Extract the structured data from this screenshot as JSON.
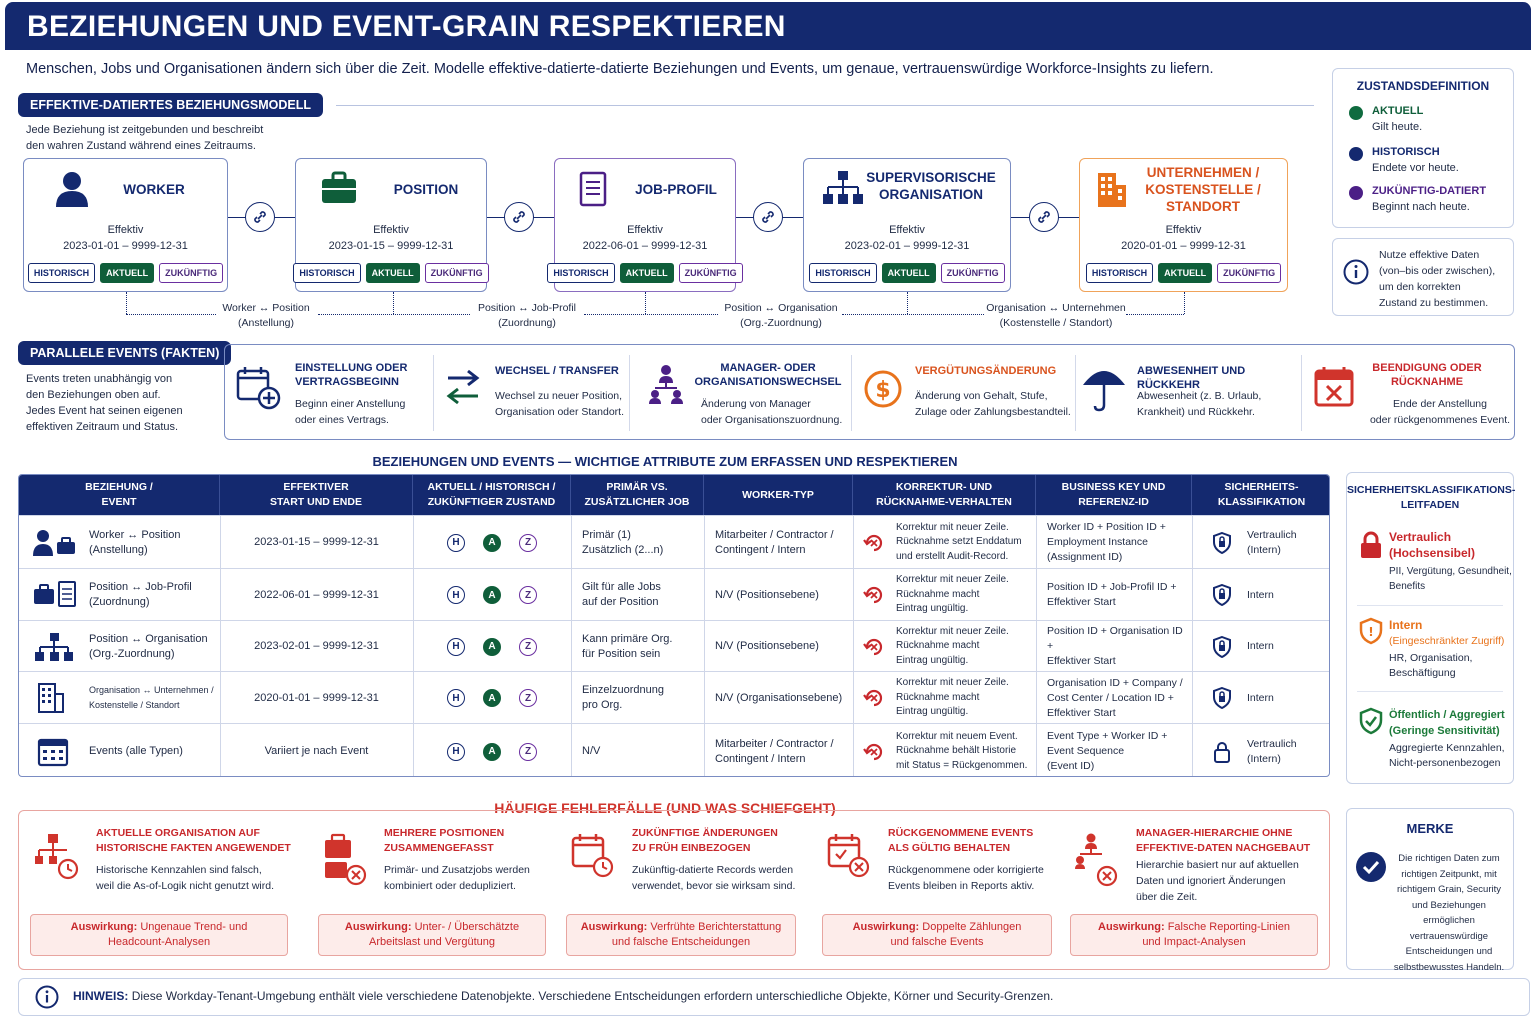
{
  "header": {
    "title": "BEZIEHUNGEN UND EVENT-GRAIN RESPEKTIEREN"
  },
  "subtitle": "Menschen, Jobs und Organisationen ändern sich über die Zeit. Modelle effektive-datierte-datierte Beziehungen und Events, um genaue, vertrauenswürdige Workforce-Insights zu liefern.",
  "model": {
    "pill": "EFFEKTIVE-DATIERTES BEZIEHUNGSMODELL",
    "desc1": "Jede Beziehung ist zeitgebunden und beschreibt",
    "desc2": "den wahren Zustand während eines Zeitraums.",
    "effektiv": "Effektiv",
    "badge_h": "HISTORISCH",
    "badge_a": "AKTUELL",
    "badge_z": "ZUKÜNFTIG",
    "entities": [
      {
        "title": "WORKER",
        "dates": "2023-01-01 – 9999-12-31"
      },
      {
        "title": "POSITION",
        "dates": "2023-01-15 – 9999-12-31"
      },
      {
        "title": "JOB-PROFIL",
        "dates": "2022-06-01 – 9999-12-31"
      },
      {
        "title1": "SUPERVISORISCHE",
        "title2": "ORGANISATION",
        "dates": "2023-02-01 – 9999-12-31"
      },
      {
        "title1": "UNTERNEHMEN /",
        "title2": "KOSTENSTELLE /",
        "title3": "STANDORT",
        "dates": "2020-01-01 – 9999-12-31"
      }
    ],
    "relations": [
      {
        "l1": "Worker ↔ Position",
        "l2": "(Anstellung)"
      },
      {
        "l1": "Position ↔ Job-Profil",
        "l2": "(Zuordnung)"
      },
      {
        "l1": "Position ↔ Organisation",
        "l2": "(Org.-Zuordnung)"
      },
      {
        "l1": "Organisation ↔ Unternehmen",
        "l2": "(Kostenstelle / Standort)"
      }
    ]
  },
  "state_def": {
    "title": "ZUSTANDSDEFINITION",
    "items": [
      {
        "label": "AKTUELL",
        "desc": "Gilt heute.",
        "color": "#0f6b3f"
      },
      {
        "label": "HISTORISCH",
        "desc": "Endete vor heute.",
        "color": "#14296f"
      },
      {
        "label": "ZUKÜNFTIG-DATIERT",
        "desc": "Beginnt nach heute.",
        "color": "#4b1f86"
      }
    ]
  },
  "info_tip": {
    "l1": "Nutze effektive Daten",
    "l2": "(von–bis oder zwischen),",
    "l3": "um den korrekten",
    "l4": "Zustand zu bestimmen."
  },
  "events": {
    "pill": "PARALLELE EVENTS (FAKTEN)",
    "desc": [
      "Events treten unabhängig von",
      "den Beziehungen oben auf.",
      "Jedes Event hat seinen eigenen",
      "effektiven Zeitraum und Status."
    ],
    "items": [
      {
        "t1": "EINSTELLUNG ODER",
        "t2": "VERTRAGSBEGINN",
        "d1": "Beginn einer Anstellung",
        "d2": "oder eines Vertrags."
      },
      {
        "t1": "WECHSEL / TRANSFER",
        "t2": "",
        "d1": "Wechsel zu neuer Position,",
        "d2": "Organisation oder Standort."
      },
      {
        "t1": "MANAGER- ODER",
        "t2": "ORGANISATIONSWECHSEL",
        "d1": "Änderung von Manager",
        "d2": "oder Organisationszuordnung."
      },
      {
        "t1": "VERGÜTUNGSÄNDERUNG",
        "t2": "",
        "d1": "Änderung von Gehalt, Stufe,",
        "d2": "Zulage oder Zahlungsbestandteil."
      },
      {
        "t1": "ABWESENHEIT UND RÜCKKEHR",
        "t2": "",
        "d1": "Abwesenheit (z. B. Urlaub,",
        "d2": "Krankheit) und Rückkehr."
      },
      {
        "t1": "BEENDIGUNG ODER",
        "t2": "RÜCKNAHME",
        "d1": "Ende der Anstellung",
        "d2": "oder rückgenommenes Event."
      }
    ]
  },
  "table": {
    "title": "BEZIEHUNGEN UND EVENTS — WICHTIGE ATTRIBUTE ZUM ERFASSEN UND RESPEKTIEREN",
    "headers": [
      {
        "l1": "BEZIEHUNG /",
        "l2": "EVENT"
      },
      {
        "l1": "EFFEKTIVER",
        "l2": "START UND ENDE"
      },
      {
        "l1": "AKTUELL / HISTORISCH /",
        "l2": "ZUKÜNFTIGER ZUSTAND"
      },
      {
        "l1": "PRIMÄR VS.",
        "l2": "ZUSÄTZLICHER JOB"
      },
      {
        "l1": "WORKER-TYP",
        "l2": ""
      },
      {
        "l1": "KORREKTUR- UND",
        "l2": "RÜCKNAHME-VERHALTEN"
      },
      {
        "l1": "BUSINESS KEY UND",
        "l2": "REFERENZ-ID"
      },
      {
        "l1": "SICHERHEITS-",
        "l2": "KLASSIFIKATION"
      }
    ],
    "state_letters": {
      "h": "H",
      "a": "A",
      "z": "Z"
    },
    "rows": [
      {
        "rel1": "Worker ↔ Position",
        "rel2": "(Anstellung)",
        "dates": "2023-01-15 – 9999-12-31",
        "job1": "Primär (1)",
        "job2": "Zusätzlich (2...n)",
        "wt1": "Mitarbeiter / Contractor /",
        "wt2": "Contingent / Intern",
        "c1": "Korrektur mit neuer Zeile.",
        "c2": "Rücknahme setzt Enddatum",
        "c3": "und erstellt Audit-Record.",
        "k1": "Worker ID + Position ID +",
        "k2": "Employment Instance",
        "k3": "(Assignment ID)",
        "s1": "Vertraulich",
        "s2": "(Intern)"
      },
      {
        "rel1": "Position ↔ Job-Profil",
        "rel2": "(Zuordnung)",
        "dates": "2022-06-01 – 9999-12-31",
        "job1": "Gilt für alle Jobs",
        "job2": "auf der Position",
        "wt1": "N/V (Positionsebene)",
        "wt2": "",
        "c1": "Korrektur mit neuer Zeile.",
        "c2": "Rücknahme macht",
        "c3": "Eintrag ungültig.",
        "k1": "Position ID + Job-Profil ID +",
        "k2": "Effektiver Start",
        "k3": "",
        "s1": "Intern",
        "s2": ""
      },
      {
        "rel1": "Position ↔ Organisation",
        "rel2": "(Org.-Zuordnung)",
        "dates": "2023-02-01 – 9999-12-31",
        "job1": "Kann primäre Org.",
        "job2": "für Position sein",
        "wt1": "N/V (Positionsebene)",
        "wt2": "",
        "c1": "Korrektur mit neuer Zeile.",
        "c2": "Rücknahme macht",
        "c3": "Eintrag ungültig.",
        "k1": "Position ID + Organisation ID +",
        "k2": "Effektiver Start",
        "k3": "",
        "s1": "Intern",
        "s2": ""
      },
      {
        "rel1": "Organisation ↔ Unternehmen /",
        "rel2": "Kostenstelle / Standort",
        "dates": "2020-01-01 – 9999-12-31",
        "job1": "Einzelzuordnung",
        "job2": "pro Org.",
        "wt1": "N/V (Organisationsebene)",
        "wt2": "",
        "c1": "Korrektur mit neuer Zeile.",
        "c2": "Rücknahme macht",
        "c3": "Eintrag ungültig.",
        "k1": "Organisation ID + Company /",
        "k2": "Cost Center / Location ID +",
        "k3": "Effektiver Start",
        "s1": "Intern",
        "s2": ""
      },
      {
        "rel1": "Events (alle Typen)",
        "rel2": "",
        "dates": "Variiert je nach Event",
        "job1": "N/V",
        "job2": "",
        "wt1": "Mitarbeiter / Contractor /",
        "wt2": "Contingent / Intern",
        "c1": "Korrektur mit neuem Event.",
        "c2": "Rücknahme behält Historie",
        "c3": "mit Status = Rückgenommen.",
        "k1": "Event Type + Worker ID +",
        "k2": "Event Sequence",
        "k3": "(Event ID)",
        "s1": "Vertraulich",
        "s2": "(Intern)"
      }
    ]
  },
  "security": {
    "title1": "SICHERHEITSKLASSIFIKATIONS-",
    "title2": "LEITFADEN",
    "items": [
      {
        "name1": "Vertraulich",
        "name2": "(Hochsensibel)",
        "d1": "PII, Vergütung, Gesundheit,",
        "d2": "Benefits",
        "color": "#c8282c"
      },
      {
        "name1": "Intern",
        "name2": "(Eingeschränkter Zugriff)",
        "d1": "HR, Organisation,",
        "d2": "Beschäftigung",
        "color": "#e8731c"
      },
      {
        "name1": "Öffentlich / Aggregiert",
        "name2": "(Geringe Sensitivität)",
        "d1": "Aggregierte Kennzahlen,",
        "d2": "Nicht-personenbezogen",
        "color": "#1c7a3a"
      }
    ]
  },
  "errors": {
    "title": "HÄUFIGE FEHLERFÄLLE (UND WAS SCHIEFGEHT)",
    "impact_label": "Auswirkung:",
    "items": [
      {
        "t1": "AKTUELLE ORGANISATION AUF",
        "t2": "HISTORISCHE FAKTEN ANGEWENDET",
        "d1": "Historische Kennzahlen sind falsch,",
        "d2": "weil die As-of-Logik nicht genutzt wird.",
        "d3": "",
        "i1": "Ungenaue Trend- und",
        "i2": "Headcount-Analysen"
      },
      {
        "t1": "MEHRERE POSITIONEN",
        "t2": "ZUSAMMENGEFASST",
        "d1": "Primär- und Zusatzjobs werden",
        "d2": "kombiniert oder dedupliziert.",
        "d3": "",
        "i1": "Unter- / Überschätzte",
        "i2": "Arbeitslast und Vergütung"
      },
      {
        "t1": "ZUKÜNFTIGE ÄNDERUNGEN",
        "t2": "ZU FRÜH EINBEZOGEN",
        "d1": "Zukünftig-datierte Records werden",
        "d2": "verwendet, bevor sie wirksam sind.",
        "d3": "",
        "i1": "Verfrühte Berichterstattung",
        "i2": "und falsche Entscheidungen"
      },
      {
        "t1": "RÜCKGENOMMENE EVENTS",
        "t2": "ALS GÜLTIG BEHALTEN",
        "d1": "Rückgenommene oder korrigierte",
        "d2": "Events bleiben in Reports aktiv.",
        "d3": "",
        "i1": "Doppelte Zählungen",
        "i2": "und falsche Events"
      },
      {
        "t1": "MANAGER-HIERARCHIE OHNE",
        "t2": "EFFEKTIVE-DATEN NACHGEBAUT",
        "d1": "Hierarchie basiert nur auf aktuellen",
        "d2": "Daten und ignoriert Änderungen",
        "d3": "über die Zeit.",
        "i1": "Falsche Reporting-Linien",
        "i2": "und Impact-Analysen"
      }
    ]
  },
  "merke": {
    "title": "MERKE",
    "lines": [
      "Die richtigen Daten zum",
      "richtigen Zeitpunkt, mit",
      "richtigem Grain, Security",
      "und Beziehungen ermöglichen",
      "vertrauenswürdige",
      "Entscheidungen und",
      "selbstbewusstes Handeln."
    ]
  },
  "note": {
    "label": "HINWEIS:",
    "text": "Diese Workday-Tenant-Umgebung enthält viele verschiedene Datenobjekte. Verschiedene Entscheidungen erfordern unterschiedliche Objekte, Körner und Security-Grenzen."
  }
}
